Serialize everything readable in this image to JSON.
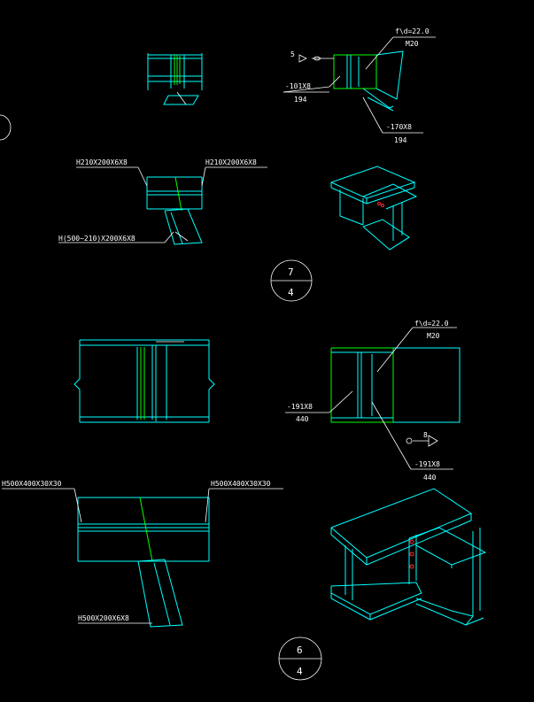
{
  "colors": {
    "background": "#000000",
    "steel": "#00ffff",
    "weld": "#00ff00",
    "text": "#ffffff",
    "bolt": "#ff3030"
  },
  "detail_7": {
    "top_right": {
      "bolt_spec": "f\\d=22.0",
      "bolt_size": "M20",
      "weld_size": "5",
      "plate_1": "-101X8",
      "plate_1_len": "194",
      "plate_2": "-170X8",
      "plate_2_len": "194"
    },
    "section_upper_left": "H210X200X6X8",
    "section_upper_right": "H210X200X6X8",
    "section_brace": "H(500~210)X200X6X8",
    "callout_num": "7",
    "callout_den": "4"
  },
  "detail_6": {
    "right": {
      "bolt_spec": "f\\d=22.0",
      "bolt_size": "M20",
      "weld_size": "8",
      "plate_1": "-191X8",
      "plate_1_len": "440",
      "plate_2": "-191X8",
      "plate_2_len": "440"
    },
    "section_left": "H500X400X30X30",
    "section_right": "H500X400X30X30",
    "section_brace": "H500X200X6X8",
    "callout_num": "6",
    "callout_den": "4"
  },
  "edge_marker": "("
}
